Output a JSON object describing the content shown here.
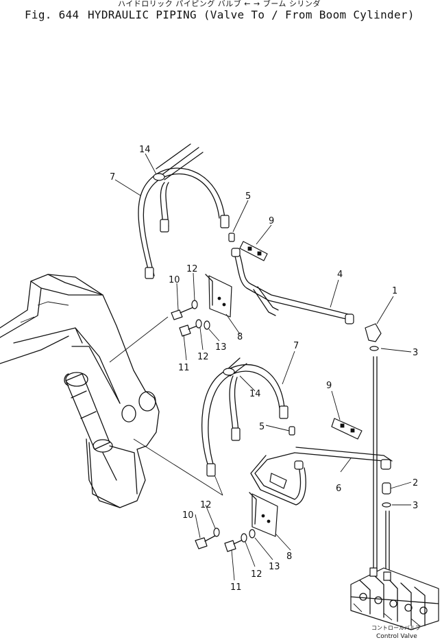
{
  "header": {
    "jp_name": "ハイドロリック パイピング バルブ ← → ブーム シリンダ",
    "fig_label": "Fig. 644",
    "title": "HYDRAULIC PIPING (Valve To / From Boom Cylinder)"
  },
  "callouts": [
    "1",
    "2",
    "3",
    "4",
    "5",
    "6",
    "7",
    "8",
    "9",
    "10",
    "11",
    "12",
    "13",
    "14"
  ],
  "control_valve": {
    "jp_label": "コントロールバルブ",
    "en_label": "Control Valve"
  }
}
